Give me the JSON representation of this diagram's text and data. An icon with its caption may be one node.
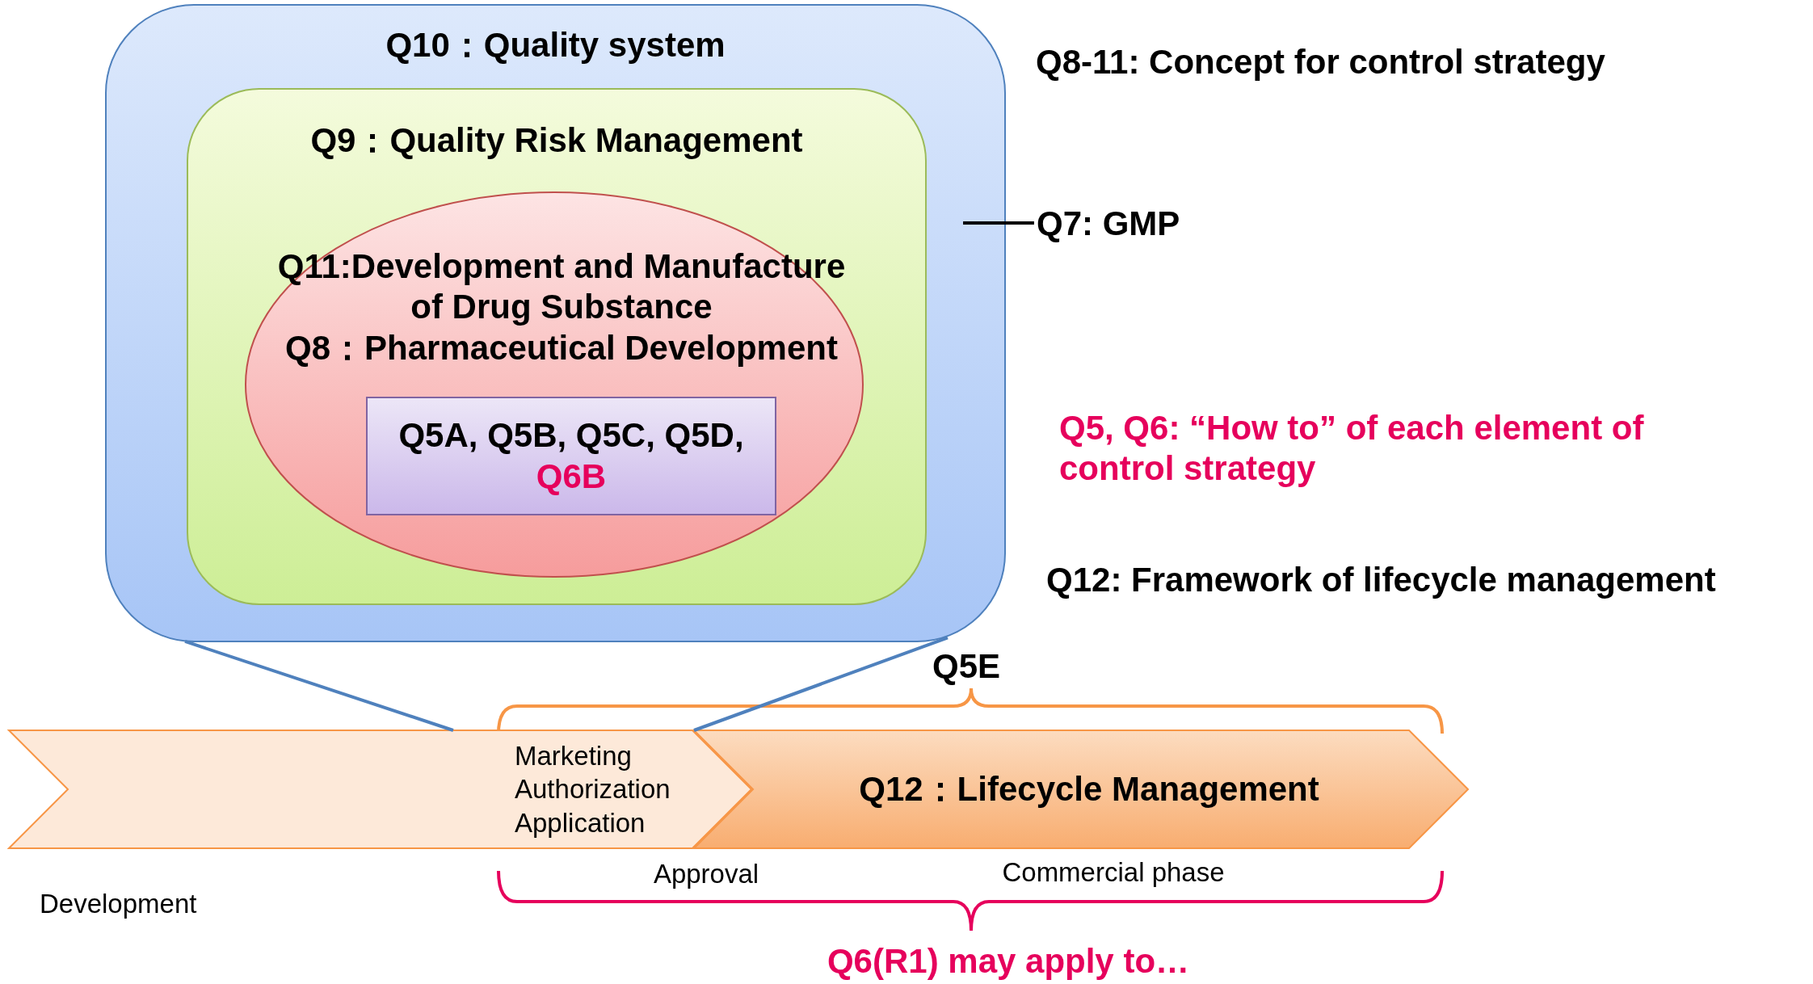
{
  "diagram": {
    "nodes": [
      {
        "text": [
          "Q10：Quality system"
        ]
      },
      {
        "text": [
          "Q9：Quality Risk Management"
        ],
        "in": 0
      },
      {
        "text": [
          "Q11:Development and Manufacture of Drug Substance",
          "Q8：Pharmaceutical Development"
        ],
        "in": 1
      },
      {
        "text": [
          "Q5A, Q5B, Q5C, Q5D,",
          "Q6B"
        ],
        "in": 2
      },
      {
        "text": [
          "Q7: GMP"
        ]
      },
      {
        "text": [
          "Marketing Authorization Application"
        ],
        "beside": [
          "Development"
        ]
      },
      {
        "text": [
          "Q12：Lifecycle Management"
        ]
      }
    ],
    "edges": [
      {
        "from": 4,
        "to": 0,
        "arrow": "none",
        "color": "#000000"
      },
      {
        "from": 0,
        "to": 5,
        "arrow": "none"
      },
      {
        "from": 0,
        "to": 6,
        "arrow": "none"
      }
    ],
    "labels": [
      "Q8-11: Concept for control strategy",
      "Q5, Q6: “How to” of each element of control strategy",
      "Q12: Framework of lifecycle management",
      "Q5E",
      "Approval",
      "Commercial phase",
      "Q6(R1) may apply to…"
    ]
  }
}
